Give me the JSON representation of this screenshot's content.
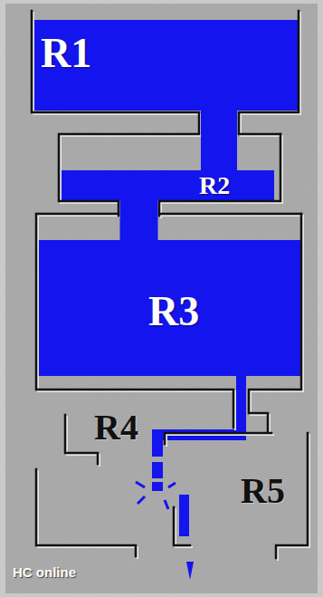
{
  "diagram": {
    "nodes": [
      {
        "text": [
          "R1"
        ]
      },
      {
        "text": [
          "R2"
        ]
      },
      {
        "text": [
          "R3"
        ]
      },
      {
        "text": [
          "R4"
        ]
      },
      {
        "text": [
          "R5"
        ]
      }
    ],
    "edges": [
      {
        "from": 0,
        "to": 1,
        "arrow": "none"
      },
      {
        "from": 1,
        "to": 2,
        "arrow": "none"
      }
    ],
    "labels": [
      "HC online"
    ]
  }
}
